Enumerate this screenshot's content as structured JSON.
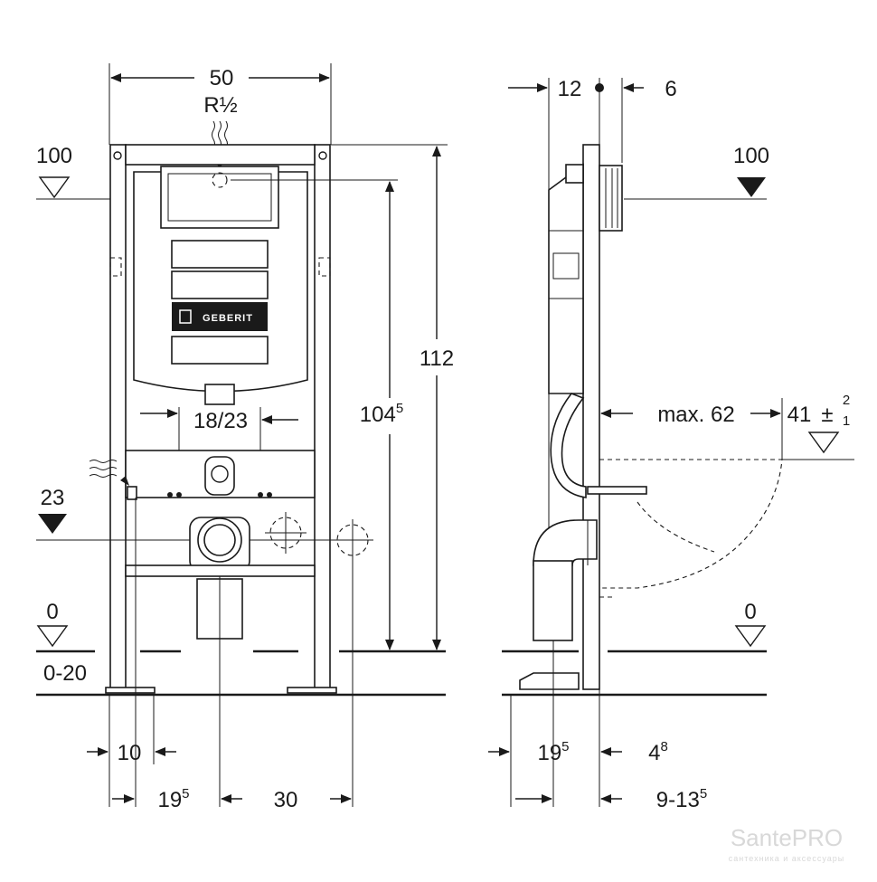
{
  "front_view": {
    "width_label": "50",
    "connection_label": "R½",
    "level_top": "100",
    "level_23": "23",
    "level_zero": "0",
    "floor_range": "0-20",
    "brand_label": "GEBERIT",
    "height_total": "112",
    "height_supply_main": "104",
    "height_supply_sup": "5",
    "bolt_spacing": "18/23",
    "leg_width": "10",
    "offset_left_main": "19",
    "offset_left_sup": "5",
    "offset_right": "30"
  },
  "side_view": {
    "depth_left": "12",
    "depth_right": "6",
    "level_top": "100",
    "max_projection": "max. 62",
    "bowl_height": "41",
    "tol_plus": "±",
    "tol_top": "2",
    "tol_bottom": "1",
    "level_zero": "0",
    "depth_main": "19",
    "depth_main_sup": "5",
    "offset_main": "4",
    "offset_sup": "8",
    "range_main": "9-13",
    "range_sup": "5"
  },
  "watermark": {
    "name": "SantePRO",
    "tagline": "сантехника и аксессуары"
  }
}
